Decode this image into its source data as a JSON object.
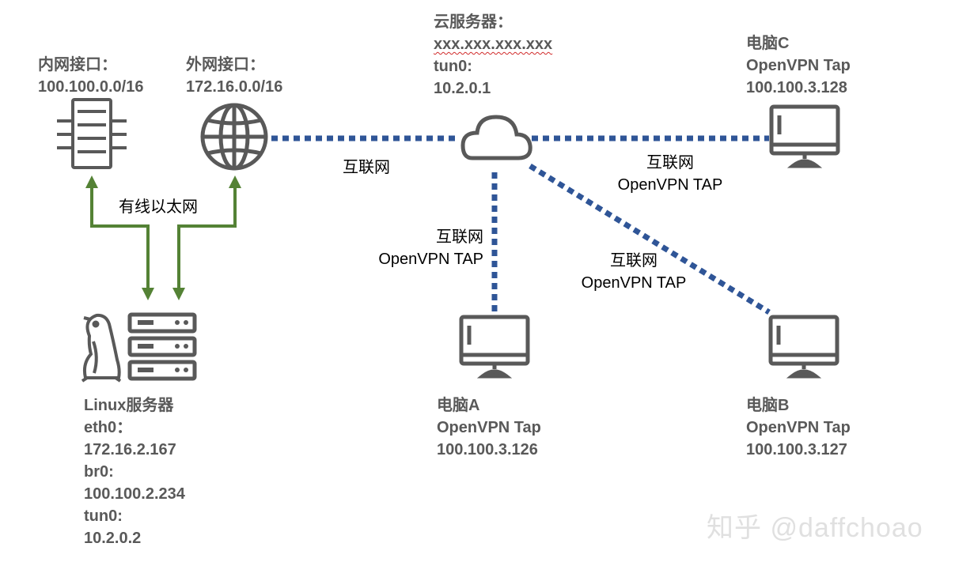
{
  "nodes": {
    "intranet": {
      "title": "内网接口：",
      "subnet": "100.100.0.0/16"
    },
    "extranet": {
      "title": "外网接口：",
      "subnet": "172.16.0.0/16"
    },
    "cloud": {
      "title": "云服务器：",
      "address": "xxx.xxx.xxx.xxx",
      "tun_label": "tun0:",
      "tun_ip": "10.2.0.1"
    },
    "pc_c": {
      "name": "电脑C",
      "adapter": "OpenVPN Tap",
      "ip": "100.100.3.128"
    },
    "pc_a": {
      "name": "电脑A",
      "adapter": "OpenVPN Tap",
      "ip": "100.100.3.126"
    },
    "pc_b": {
      "name": "电脑B",
      "adapter": "OpenVPN Tap",
      "ip": "100.100.3.127"
    },
    "linux": {
      "title": "Linux服务器",
      "eth_label": "eth0：",
      "eth_ip": "172.16.2.167",
      "br_label": "br0:",
      "br_ip": "100.100.2.234",
      "tun_label": "tun0:",
      "tun_ip": "10.2.0.2"
    }
  },
  "edges": {
    "ethernet": "有线以太网",
    "internet": "互联网",
    "cloud_c": {
      "line1": "互联网",
      "line2": "OpenVPN TAP"
    },
    "cloud_a": {
      "line1": "互联网",
      "line2": "OpenVPN TAP"
    },
    "cloud_b": {
      "line1": "互联网",
      "line2": "OpenVPN TAP"
    }
  },
  "colors": {
    "vpn_line": "#2f5597",
    "ethernet_arrow": "#548235",
    "icon": "#595959"
  },
  "watermark": "知乎 @daffchoao"
}
